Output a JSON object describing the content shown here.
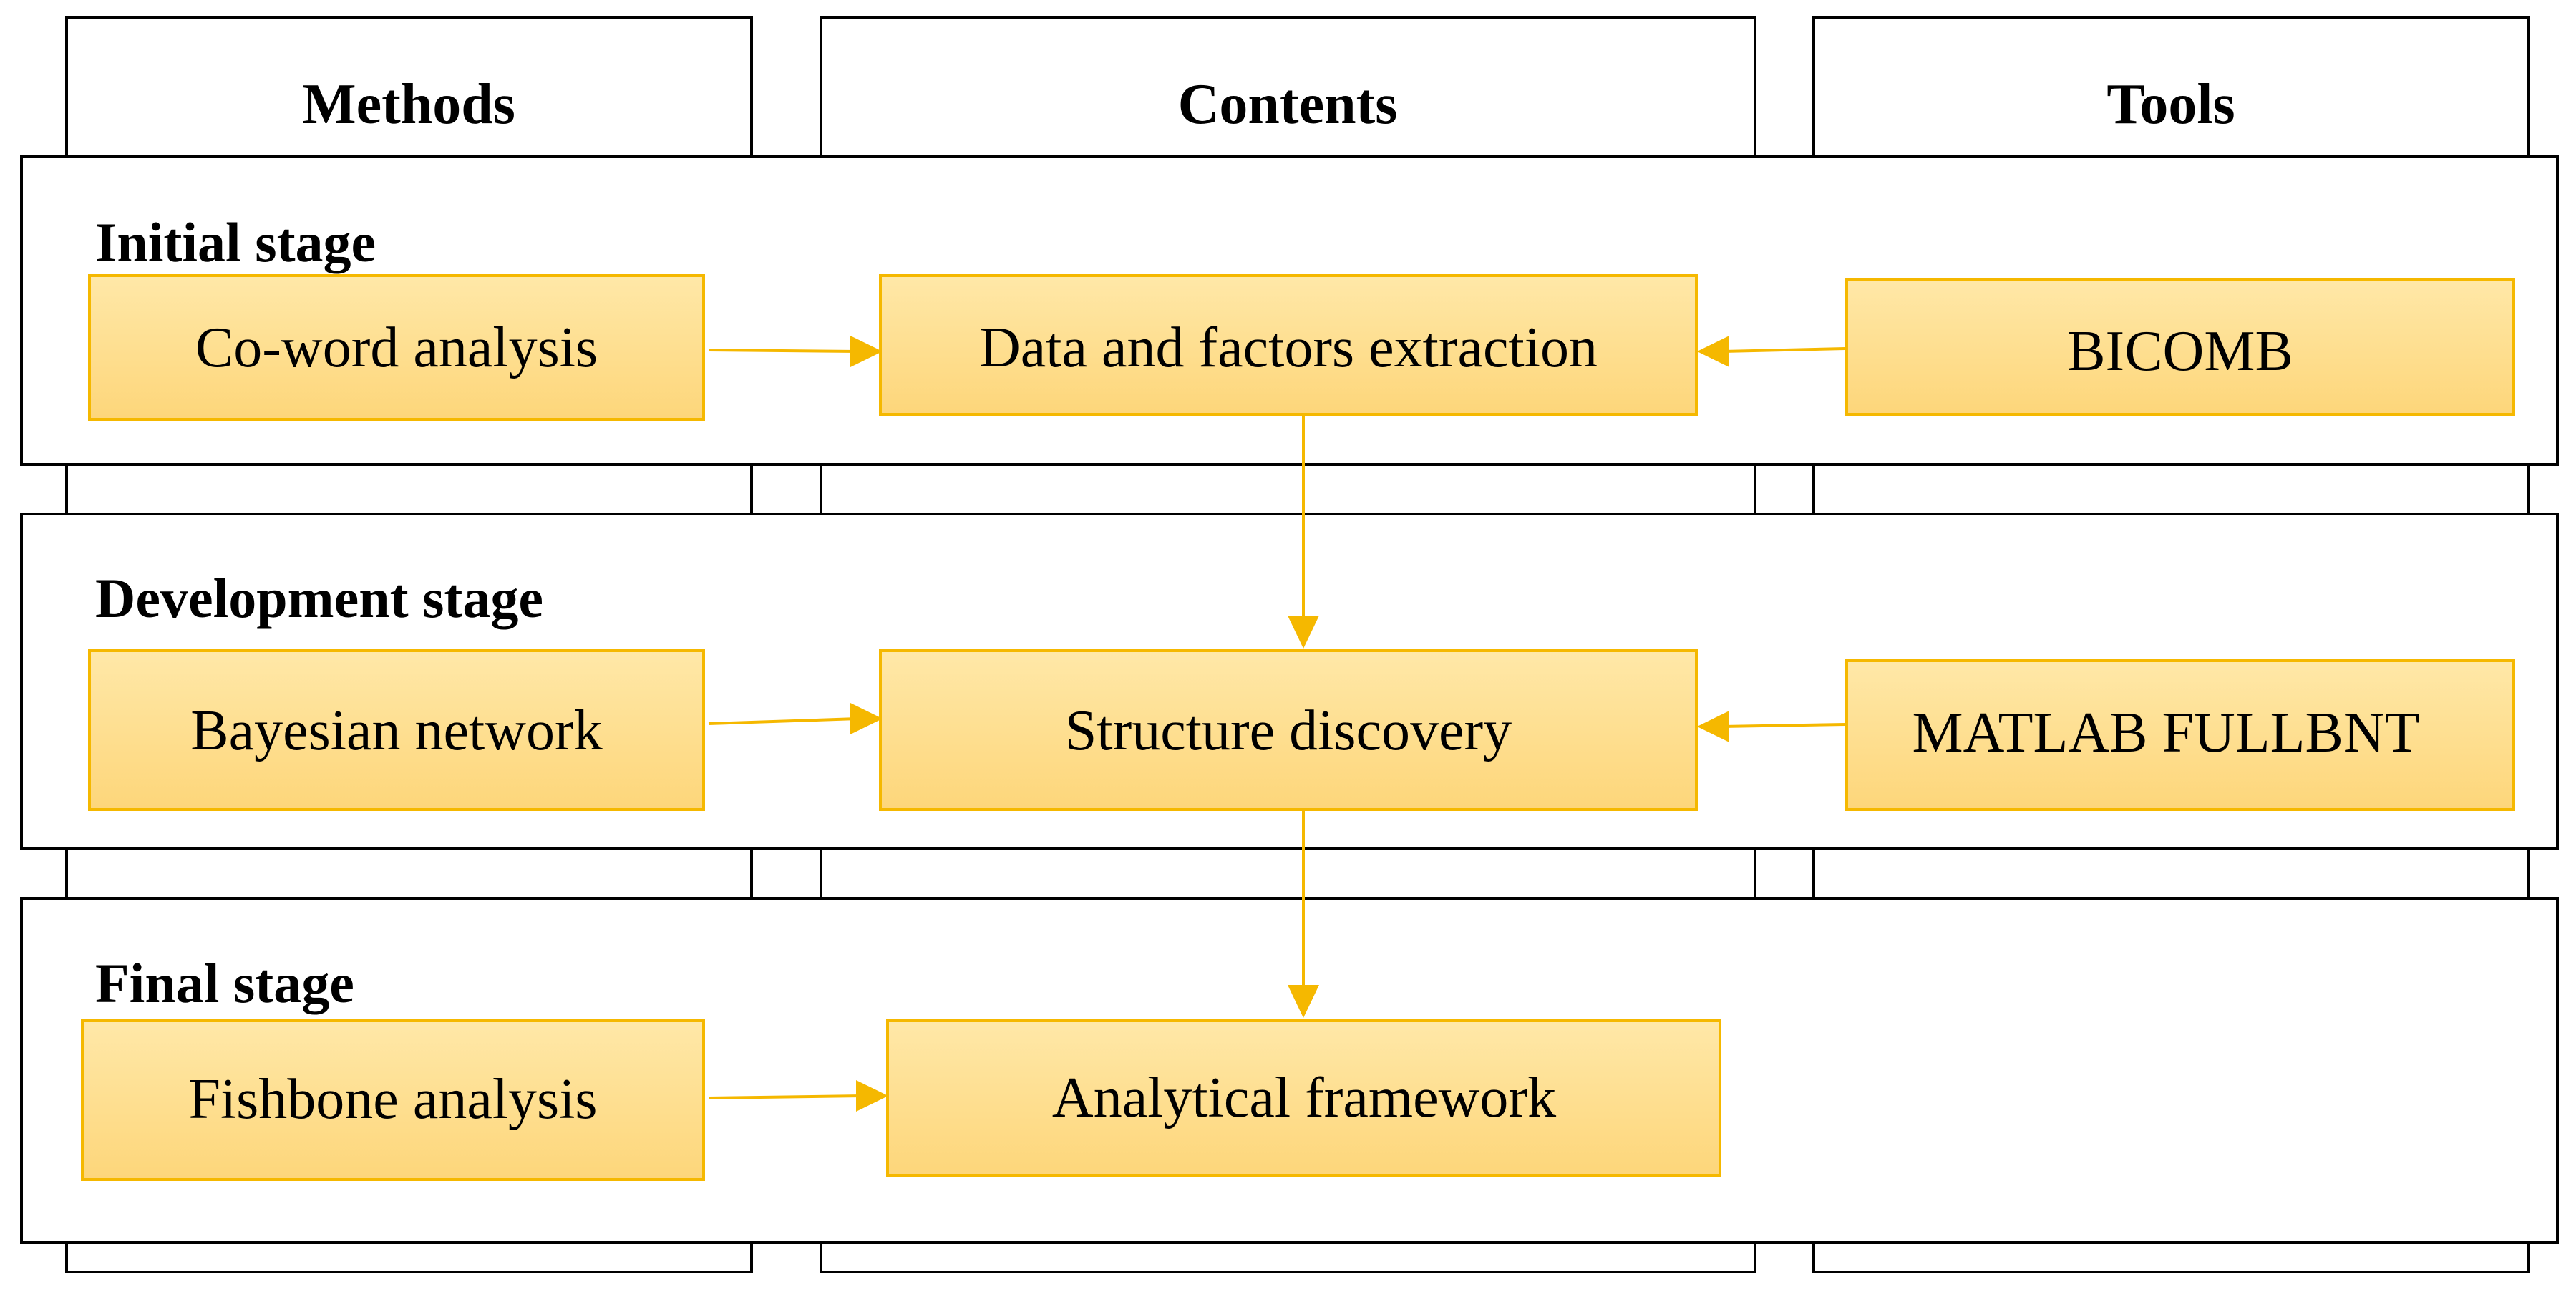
{
  "columns": {
    "methods": "Methods",
    "contents": "Contents",
    "tools": "Tools"
  },
  "stages": {
    "initial": "Initial stage",
    "development": "Development stage",
    "final": "Final stage"
  },
  "nodes": {
    "coword": "Co-word analysis",
    "extraction": "Data and factors extraction",
    "bicomb": "BICOMB",
    "bayesian": "Bayesian network",
    "structure": "Structure discovery",
    "matlab": "MATLAB FULLBNT",
    "fishbone": "Fishbone analysis",
    "framework": "Analytical framework"
  },
  "edges": [
    {
      "from": "coword",
      "to": "extraction"
    },
    {
      "from": "bicomb",
      "to": "extraction"
    },
    {
      "from": "extraction",
      "to": "structure"
    },
    {
      "from": "bayesian",
      "to": "structure"
    },
    {
      "from": "matlab",
      "to": "structure"
    },
    {
      "from": "structure",
      "to": "framework"
    },
    {
      "from": "fishbone",
      "to": "framework"
    }
  ],
  "colors": {
    "node_fill_top": "#ffe8a8",
    "node_fill_bottom": "#fdd67a",
    "node_border": "#f5b800",
    "arrow": "#f5b800",
    "line": "#000000"
  }
}
